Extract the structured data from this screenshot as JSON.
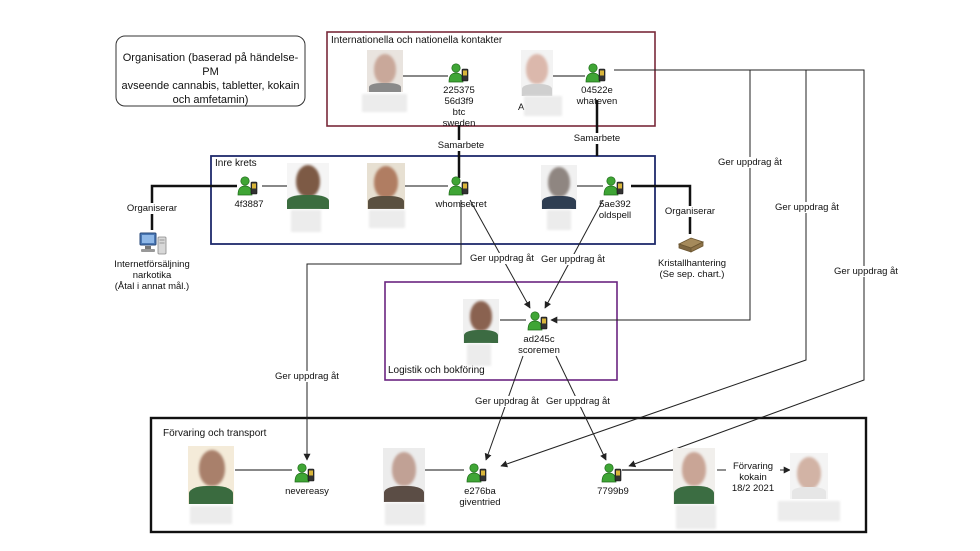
{
  "title_note": {
    "line1": "Organisation (baserad på händelse-PM",
    "line2": "avseende cannabis, tabletter, kokain",
    "line3": "och amfetamin)"
  },
  "groups": {
    "international": {
      "title": "Internationella och nationella kontakter"
    },
    "inner": {
      "title": "Inre krets"
    },
    "logistics": {
      "title": "Logistik och bokföring"
    },
    "storage": {
      "title": "Förvaring och transport"
    }
  },
  "nodes": {
    "intl1": {
      "lines": [
        "225375",
        "56d3f9",
        "btc",
        "sweden"
      ]
    },
    "intl2": {
      "lines": [
        "04522e",
        "whateven"
      ]
    },
    "intl_partial": {
      "text": "A"
    },
    "inner1": {
      "text": "4f3887"
    },
    "inner2": {
      "text": "whomsecret"
    },
    "inner3": {
      "lines": [
        "5ae392",
        "oldspell"
      ]
    },
    "logistics": {
      "lines": [
        "ad245c",
        "scoremen"
      ]
    },
    "storage1": {
      "text": "nevereasy"
    },
    "storage2": {
      "lines": [
        "e276ba",
        "giventried"
      ]
    },
    "storage3": {
      "text": "7799b9"
    },
    "internet": {
      "lines": [
        "Internetförsäljning",
        "narkotika",
        "(Åtal i annat mål.)"
      ]
    },
    "kristall": {
      "lines": [
        "Kristallhantering",
        "(Se sep. chart.)"
      ]
    }
  },
  "edges": {
    "samarbete_left": "Samarbete",
    "samarbete_right": "Samarbete",
    "organiserar_left": "Organiserar",
    "organiserar_right": "Organiserar",
    "ger_uppdrag": "Ger uppdrag åt",
    "forvaring": [
      "Förvaring",
      "kokain",
      "18/2 2021"
    ]
  },
  "colors": {
    "international_border": "#7a2a3a",
    "inner_border": "#1f2a6b",
    "logistics_border": "#6a2580",
    "storage_border": "#111111",
    "user_green": "#3fa535"
  }
}
